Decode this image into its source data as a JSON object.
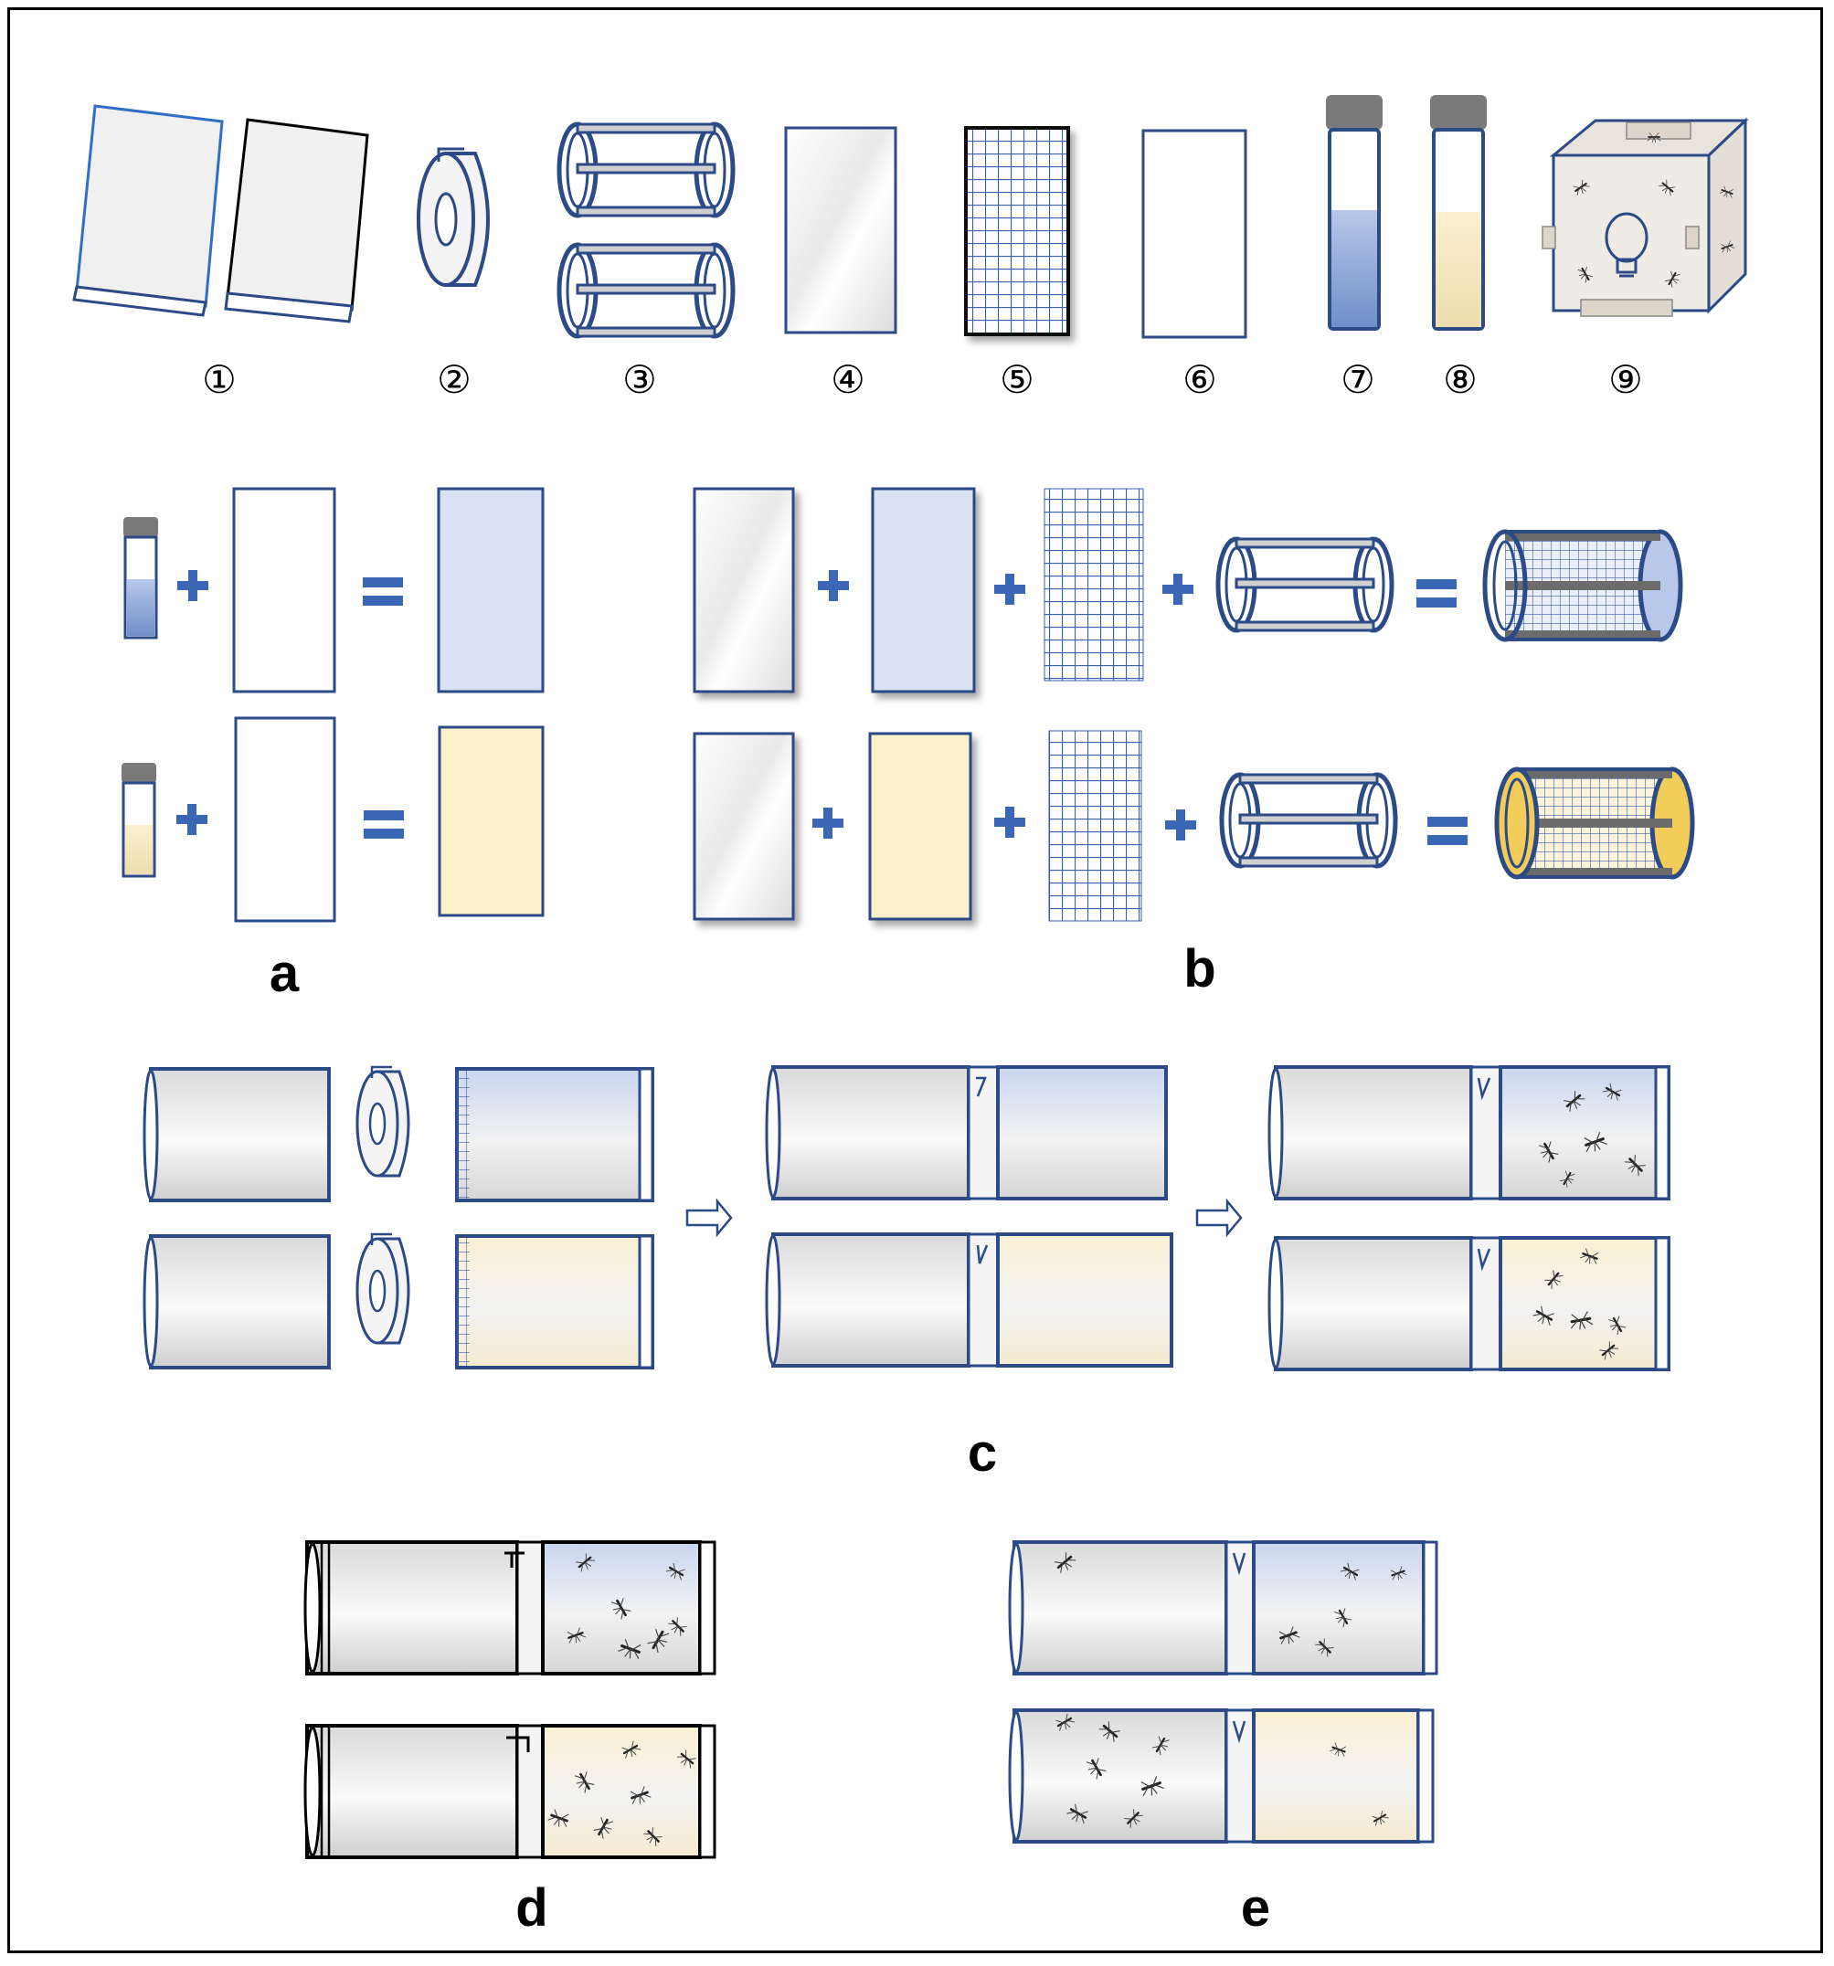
{
  "figure": {
    "item_numbers": [
      "①",
      "②",
      "③",
      "④",
      "⑤",
      "⑥",
      "⑦",
      "⑧",
      "⑨"
    ],
    "panel_labels": {
      "a": "a",
      "b": "b",
      "c": "c",
      "d": "d",
      "e": "e"
    }
  },
  "colors": {
    "outline_blue": "#2b4a86",
    "operator_blue": "#3a66b5",
    "treated_fill_blue": "#d9e2f3",
    "control_fill_yellow": "#fdf1cc",
    "tube_gray": "#dcdcdc",
    "cap_gray": "#7a7a7a",
    "mesh_blue": "#3a5fb0",
    "yellow_accent": "#f3cd5a",
    "mosquito": "#333333"
  },
  "icons": {
    "plus": "plus-sign-icon",
    "equals": "equals-sign-icon",
    "arrow": "right-arrow-icon",
    "mosquito": "mosquito-icon",
    "lightbulb": "lightbulb-icon"
  }
}
